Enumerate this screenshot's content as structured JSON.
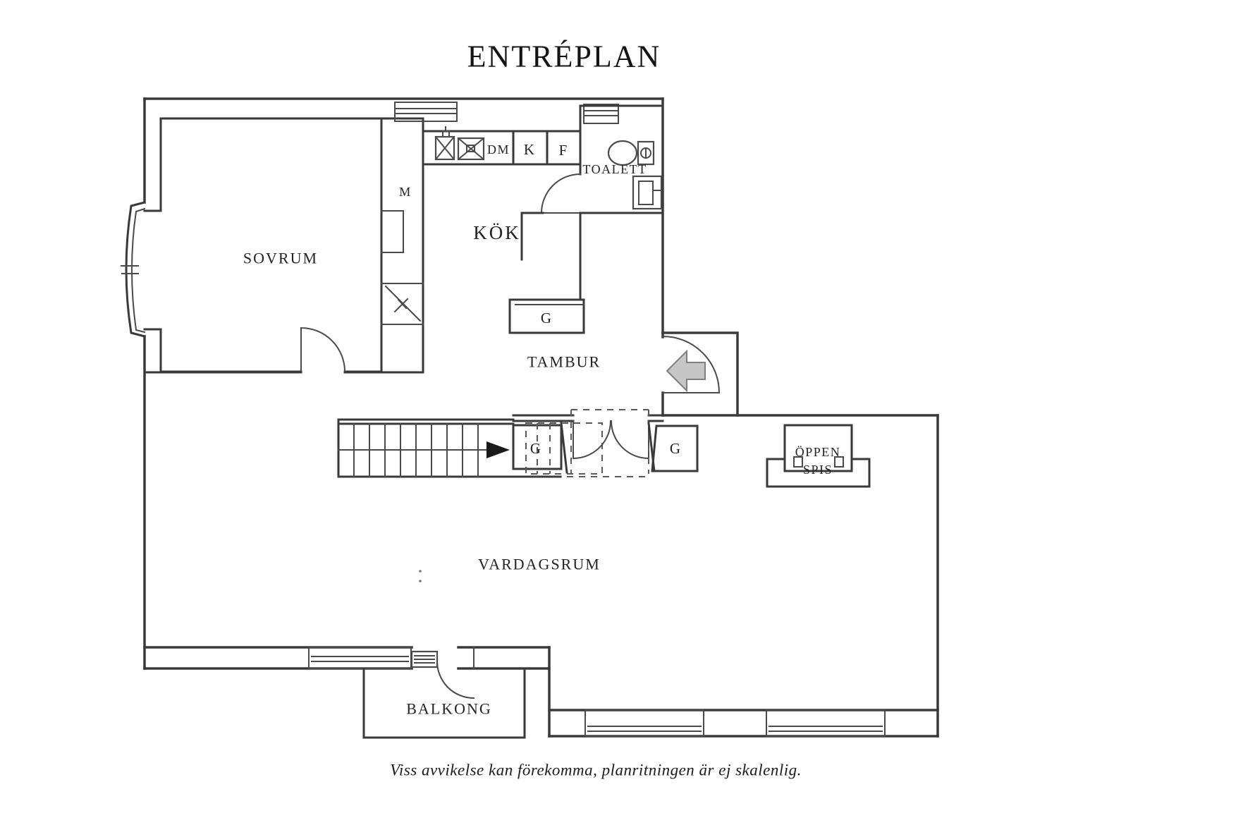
{
  "title": "ENTRÉPLAN",
  "footer_disclaimer": "Viss avvikelse kan förekomma, planritningen är ej skalenlig.",
  "rooms": {
    "bedroom": "SOVRUM",
    "kitchen": "KÖK",
    "toilet": "TOALETT",
    "hall": "TAMBUR",
    "living_room": "VARDAGSRUM",
    "balcony": "BALKONG",
    "fireplace_line1": "ÖPPEN",
    "fireplace_line2": "SPIS"
  },
  "labels": {
    "dishwasher": "DM",
    "fridge": "K",
    "freezer": "F",
    "meter": "M",
    "wardrobe": "G"
  },
  "colors": {
    "wall": "#3a3a3a",
    "arrow_fill": "#c6c6c6",
    "arrow_stroke": "#7f7f7f",
    "text": "#242424"
  }
}
